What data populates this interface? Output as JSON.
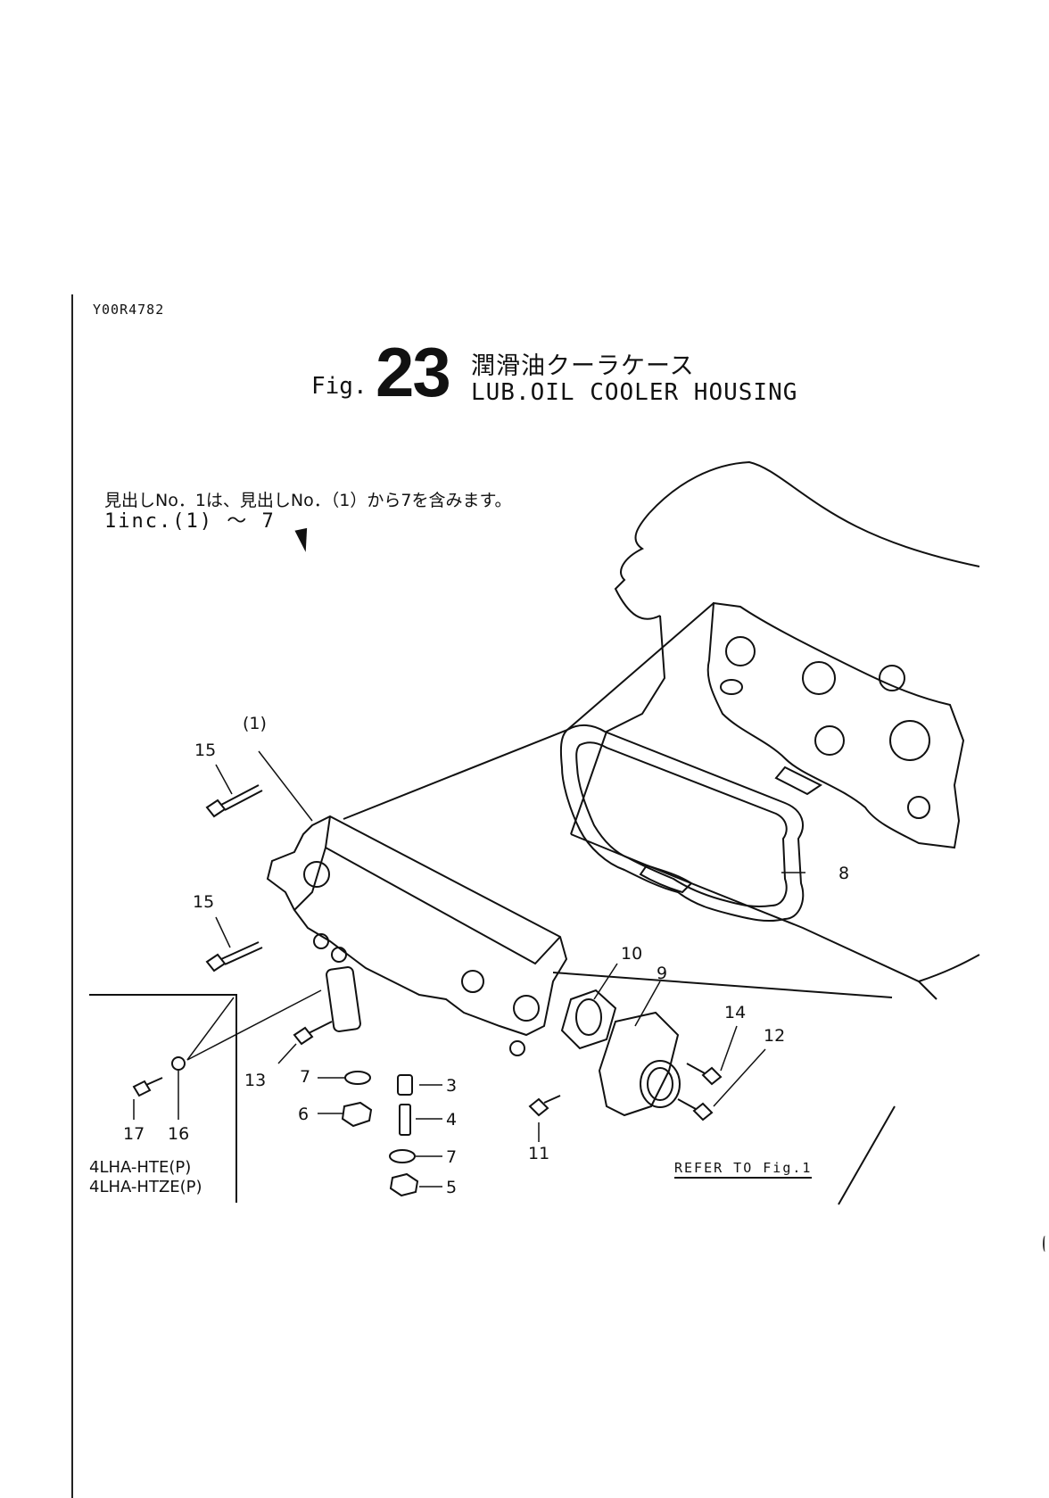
{
  "header": {
    "doc_code": "Y00R4782",
    "fig_prefix": "Fig.",
    "fig_number": "23",
    "title_jp": "潤滑油クーラケース",
    "title_en": "LUB.OIL COOLER HOUSING"
  },
  "note": {
    "jp": "見出しNo．1は、見出しNo．（1）から7を含みます。",
    "en": "1inc.(1) ～ 7"
  },
  "callouts": {
    "c1": "(1)",
    "c15a": "15",
    "c15b": "15",
    "c10": "10",
    "c9": "9",
    "c8": "8",
    "c14": "14",
    "c12": "12",
    "c13": "13",
    "c7a": "7",
    "c7b": "7",
    "c3": "3",
    "c4": "4",
    "c6": "6",
    "c5": "5",
    "c11": "11",
    "c17": "17",
    "c16": "16"
  },
  "variants": [
    "4LHA-HTE(P)",
    "4LHA-HTZE(P)"
  ],
  "refer": "REFER TO Fig.1"
}
